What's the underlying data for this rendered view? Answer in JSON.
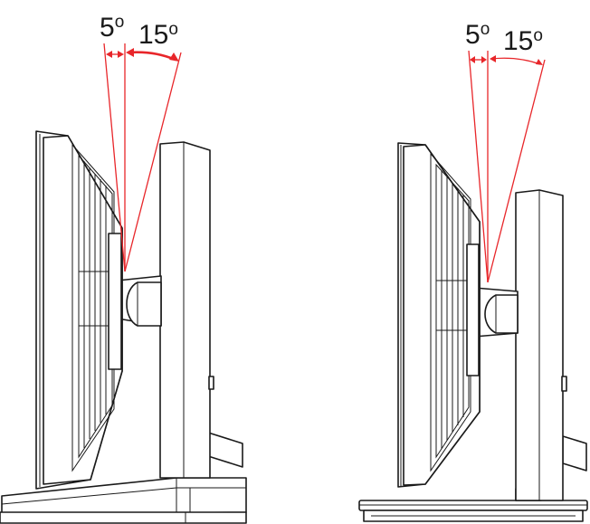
{
  "figures": [
    {
      "id": "left",
      "labels": {
        "small_angle": "5",
        "large_angle": "15",
        "degree_symbol": "o"
      }
    },
    {
      "id": "right",
      "labels": {
        "small_angle": "5",
        "large_angle": "15",
        "degree_symbol": "o"
      }
    }
  ],
  "colors": {
    "line": "#1a1a1a",
    "angle_indicator": "#e8262a",
    "background": "#ffffff"
  }
}
